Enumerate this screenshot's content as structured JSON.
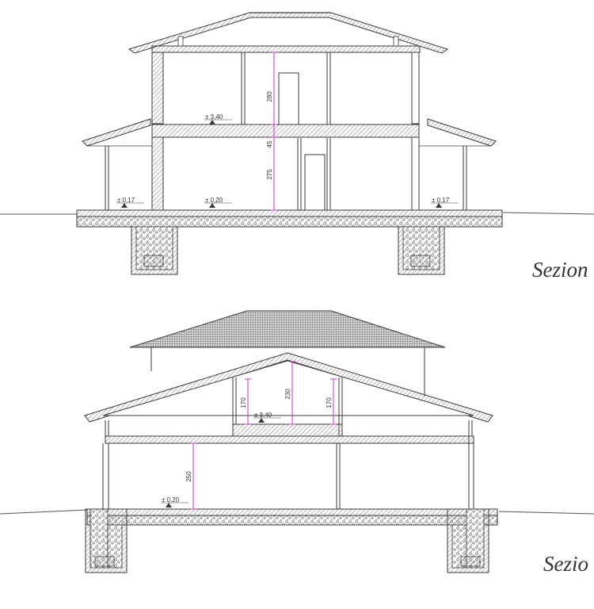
{
  "section_1": {
    "title": "Sezion",
    "level_labels": {
      "floor_upper": "± 3,40",
      "ground_inner": "± 0,20",
      "porch_left": "± 0,17",
      "porch_right": "± 0,17"
    },
    "dimensions": {
      "upper_height": "280",
      "slab": "45",
      "ground_height": "275"
    }
  },
  "section_2": {
    "title": "Sezio",
    "level_labels": {
      "attic_floor": "± 3,40",
      "ground_inner": "± 0,20"
    },
    "dimensions": {
      "attic_left": "170",
      "attic_center": "230",
      "attic_right": "170",
      "ground_height": "250"
    }
  },
  "colors": {
    "line": "#3a3a3a",
    "dimension": "#cc33cc",
    "hatch": "#777777"
  }
}
